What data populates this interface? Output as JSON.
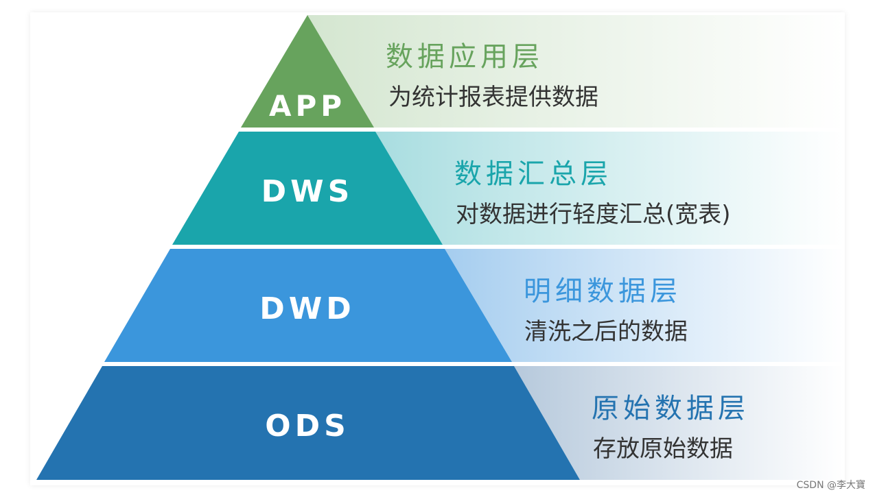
{
  "layers": [
    {
      "abbr": "APP",
      "title": "数据应用层",
      "desc": "为统计报表提供数据",
      "color": "#67a35d",
      "title_color": "#67a35d",
      "bg_start": "#d4e6d0"
    },
    {
      "abbr": "DWS",
      "title": "数据汇总层",
      "desc": "对数据进行轻度汇总(宽表)",
      "color": "#1aa5ab",
      "title_color": "#1aa5ab",
      "bg_start": "#a8dde0"
    },
    {
      "abbr": "DWD",
      "title": "明细数据层",
      "desc": "清洗之后的数据",
      "color": "#3b96dc",
      "title_color": "#3b96dc",
      "bg_start": "#a5cdef"
    },
    {
      "abbr": "ODS",
      "title": "原始数据层",
      "desc": "存放原始数据",
      "color": "#2473b0",
      "title_color": "#2473b0",
      "bg_start": "#b6c9dc"
    }
  ],
  "watermark": "CSDN @李大寶"
}
